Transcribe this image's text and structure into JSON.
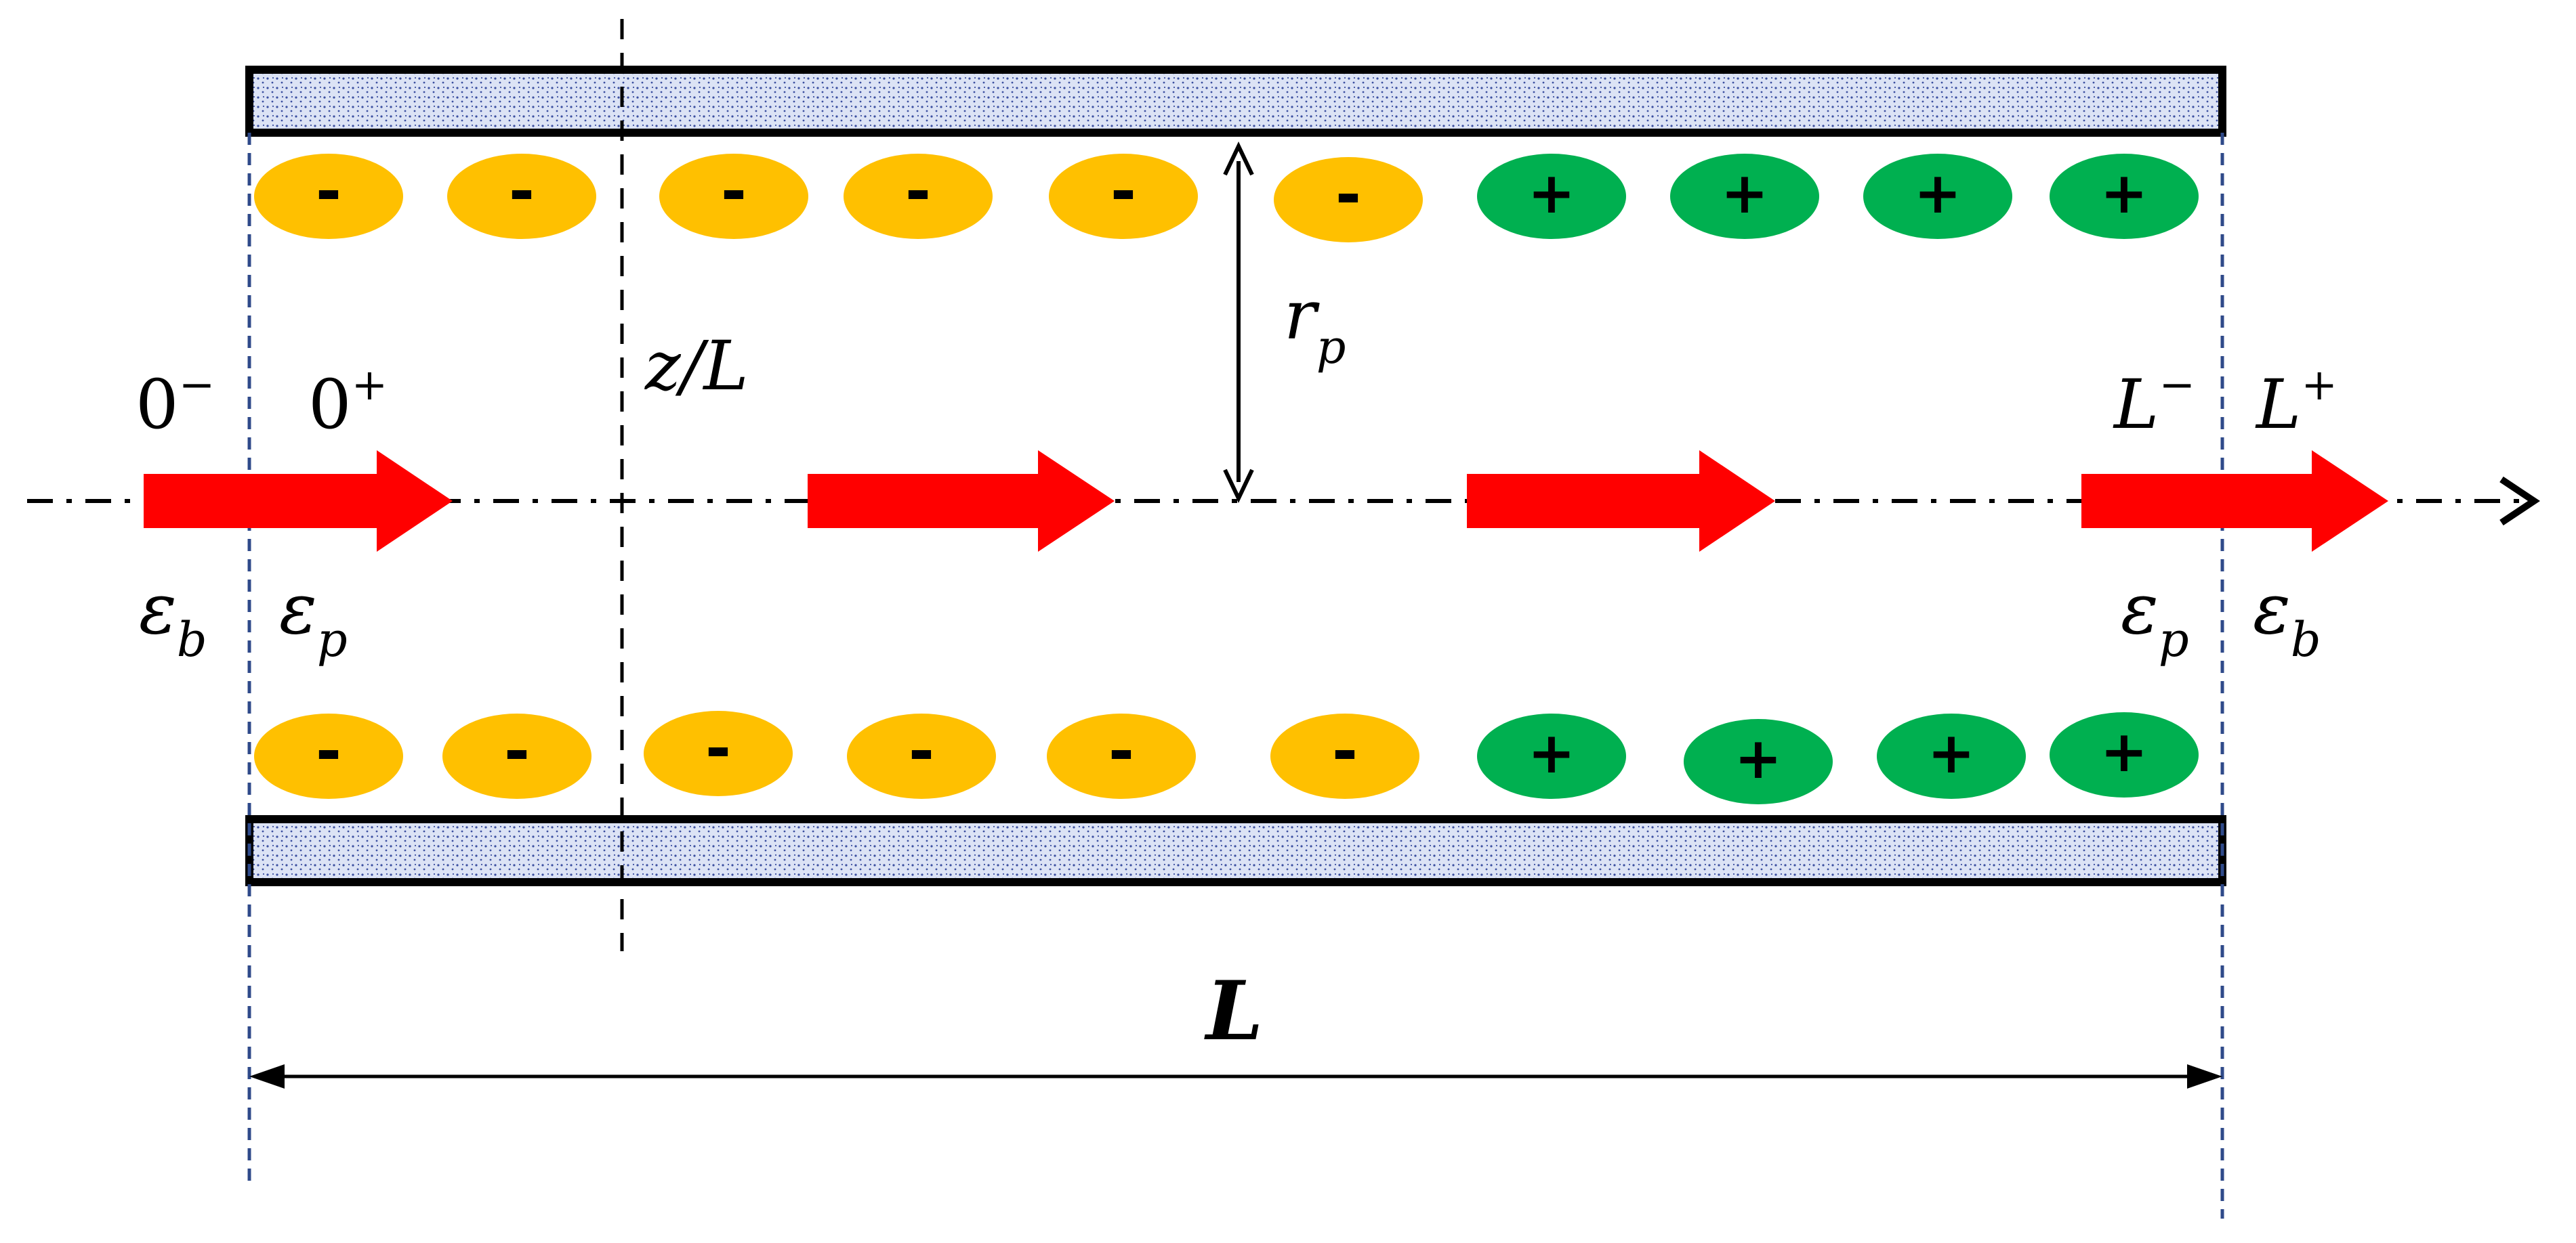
{
  "colors": {
    "negative_ion": "#FFC000",
    "positive_ion": "#00B050",
    "flow_arrow": "#FF0000",
    "wall_fill": "#DCE3F5",
    "wall_dots": "#3B4FA0",
    "boundary_line": "#2F4A8A"
  },
  "labels": {
    "zero_minus": {
      "base": "0",
      "sup": "−"
    },
    "zero_plus": {
      "base": "0",
      "sup": "+"
    },
    "position": "z/L",
    "radius": {
      "base": "r",
      "sub": "p"
    },
    "l_minus": {
      "base": "L",
      "sup": "−"
    },
    "l_plus": {
      "base": "L",
      "sup": "+"
    },
    "eps_b_left": {
      "base": "ε",
      "sub": "b"
    },
    "eps_p_left": {
      "base": "ε",
      "sub": "p"
    },
    "eps_p_right": {
      "base": "ε",
      "sub": "p"
    },
    "eps_b_right": {
      "base": "ε",
      "sub": "b"
    },
    "length": "L"
  },
  "top_row_ions": [
    "-",
    "-",
    "-",
    "-",
    "-",
    "-",
    "+",
    "+",
    "+",
    "+"
  ],
  "bottom_row_ions": [
    "-",
    "-",
    "-",
    "-",
    "-",
    "-",
    "+",
    "+",
    "+",
    "+"
  ]
}
